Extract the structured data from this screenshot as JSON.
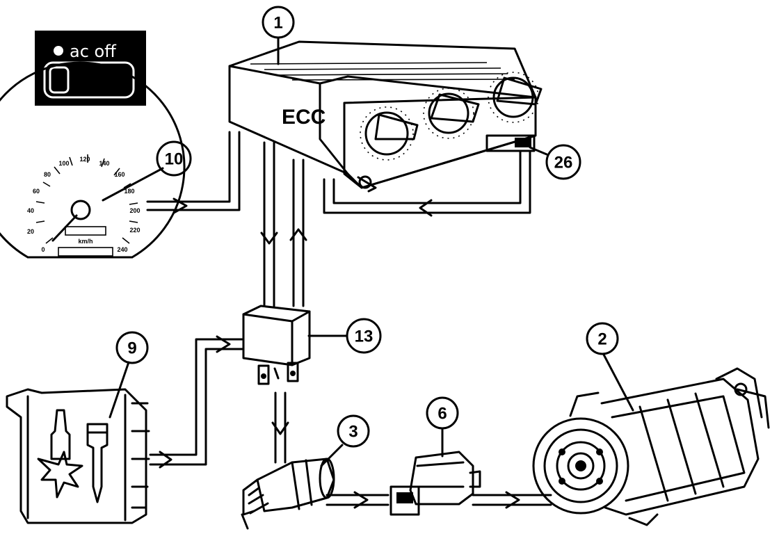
{
  "ac_switch": {
    "label": "ac off"
  },
  "ecc_unit": {
    "label": "ECC"
  },
  "speedometer": {
    "scale": [
      "0",
      "20",
      "40",
      "60",
      "80",
      "100",
      "120",
      "140",
      "160",
      "180",
      "200",
      "220",
      "240"
    ],
    "unit": "km/h"
  },
  "callouts": [
    {
      "id": "1"
    },
    {
      "id": "2"
    },
    {
      "id": "3"
    },
    {
      "id": "6"
    },
    {
      "id": "9"
    },
    {
      "id": "10"
    },
    {
      "id": "13"
    },
    {
      "id": "26"
    }
  ]
}
